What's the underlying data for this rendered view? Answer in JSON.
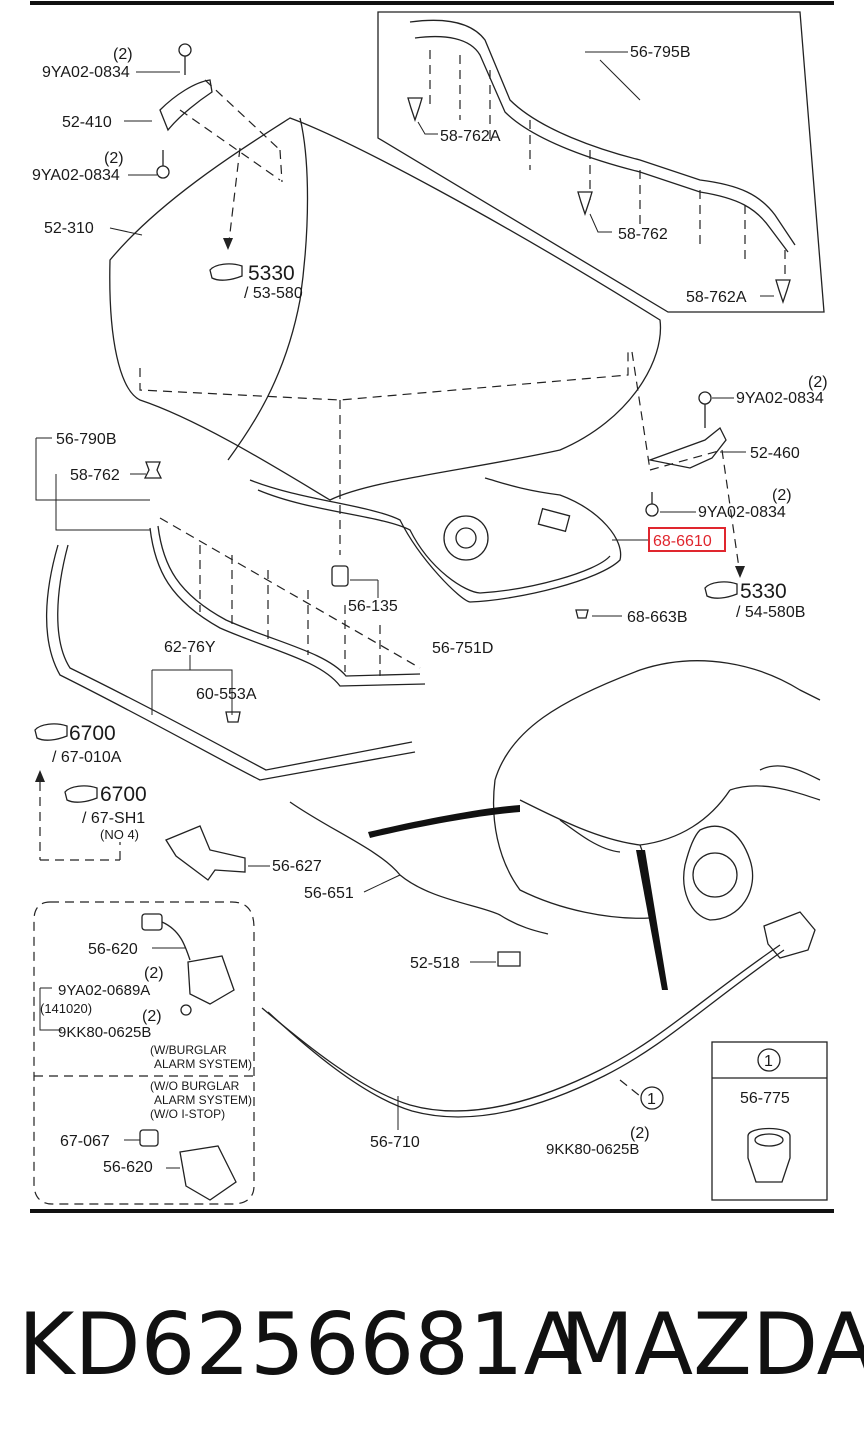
{
  "labels": {
    "l_9ya_a_qty": "(2)",
    "l_9ya_a": "9YA02-0834",
    "l_52410": "52-410",
    "l_9ya_b_qty": "(2)",
    "l_9ya_b": "9YA02-0834",
    "l_52310": "52-310",
    "l_5330a": "5330",
    "l_5330a_sub": "/ 53-580",
    "l_56795b": "56-795B",
    "l_58762a_top": "58-762A",
    "l_58762_mid": "58-762",
    "l_58762a_bot": "58-762A",
    "l_9ya_c_qty": "(2)",
    "l_9ya_c": "9YA02-0834",
    "l_52460": "52-460",
    "l_9ya_d_qty": "(2)",
    "l_9ya_d": "9YA02-0834",
    "l_686610": "68-6610",
    "l_5330b": "5330",
    "l_5330b_sub": "/ 54-580B",
    "l_68663b": "68-663B",
    "l_56790b": "56-790B",
    "l_58762_left": "58-762",
    "l_56135": "56-135",
    "l_56751d": "56-751D",
    "l_6276y": "62-76Y",
    "l_60553a": "60-553A",
    "l_6700a": "6700",
    "l_6700a_sub": "/ 67-010A",
    "l_6700b": "6700",
    "l_6700b_sub": "/ 67-SH1",
    "l_6700b_note": "(NO 4)",
    "l_56627": "56-627",
    "l_56651": "56-651",
    "l_56620_top": "56-620",
    "l_52518": "52-518",
    "l_qty_latch": "(2)",
    "l_9ya0689": "9YA02-0689A",
    "l_141020": "(141020)",
    "l_9kk_qty_l": "(2)",
    "l_9kk_l": "9KK80-0625B",
    "l_wburglar_1": "(W/BURGLAR",
    "l_wburglar_2": "ALARM SYSTEM)",
    "l_woburglar_1": "(W/O BURGLAR",
    "l_woburglar_2": "ALARM SYSTEM)",
    "l_woburglar_3": "(W/O I-STOP)",
    "l_67067": "67-067",
    "l_56620_bot": "56-620",
    "l_56710": "56-710",
    "l_circle1": "1",
    "l_9kk_qty_r": "(2)",
    "l_9kk_r": "9KK80-0625B",
    "l_box_circle": "1",
    "l_56775": "56-775"
  },
  "footer": {
    "part_number": "KD6256681A",
    "brand": "MAZDA"
  },
  "colors": {
    "highlight": "#e0262e",
    "line": "#222222"
  }
}
